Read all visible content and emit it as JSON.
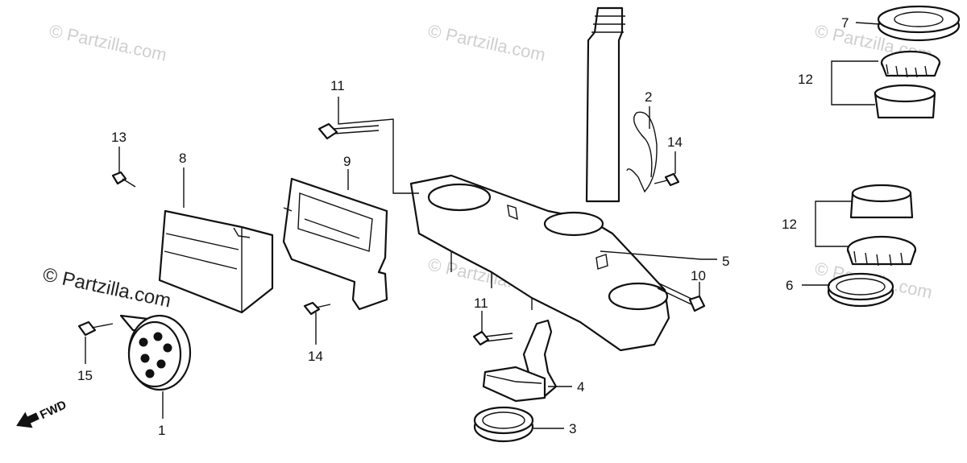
{
  "watermarks": [
    "© Partzilla.com",
    "© Partzilla.com",
    "© Partzilla.com",
    "© Partzilla.com",
    "© Partzilla.com",
    "© Partzilla.com"
  ],
  "callouts": {
    "p1": "1",
    "p2": "2",
    "p3": "3",
    "p4": "4",
    "p5": "5",
    "p6": "6",
    "p7": "7",
    "p8": "8",
    "p9": "9",
    "p10": "10",
    "p11a": "11",
    "p11b": "11",
    "p12a": "12",
    "p12b": "12",
    "p13": "13",
    "p14a": "14",
    "p14b": "14",
    "p15": "15"
  },
  "fwd_label": "FWD"
}
